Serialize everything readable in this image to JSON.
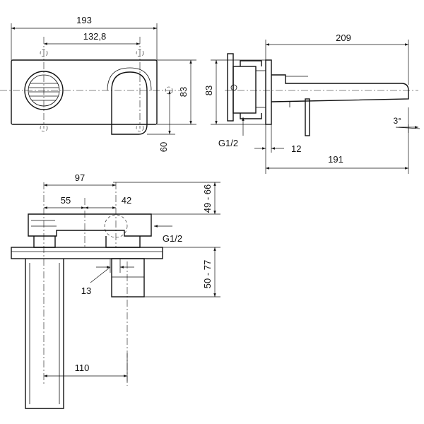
{
  "labels": {
    "front_width": "193",
    "front_hole_spacing": "132,8",
    "front_height": "83",
    "front_offset": "60",
    "side_projection": "209",
    "side_height": "83",
    "side_thread": "G1/2",
    "side_depth": "12",
    "side_spout": "191",
    "side_angle": "3°",
    "plan_overall": "97",
    "plan_left": "55",
    "plan_right": "42",
    "plan_thread": "G1/2",
    "plan_top_range": "49 - 66",
    "plan_bottom_range": "50 - 77",
    "plan_small": "13",
    "plan_spout": "110"
  }
}
